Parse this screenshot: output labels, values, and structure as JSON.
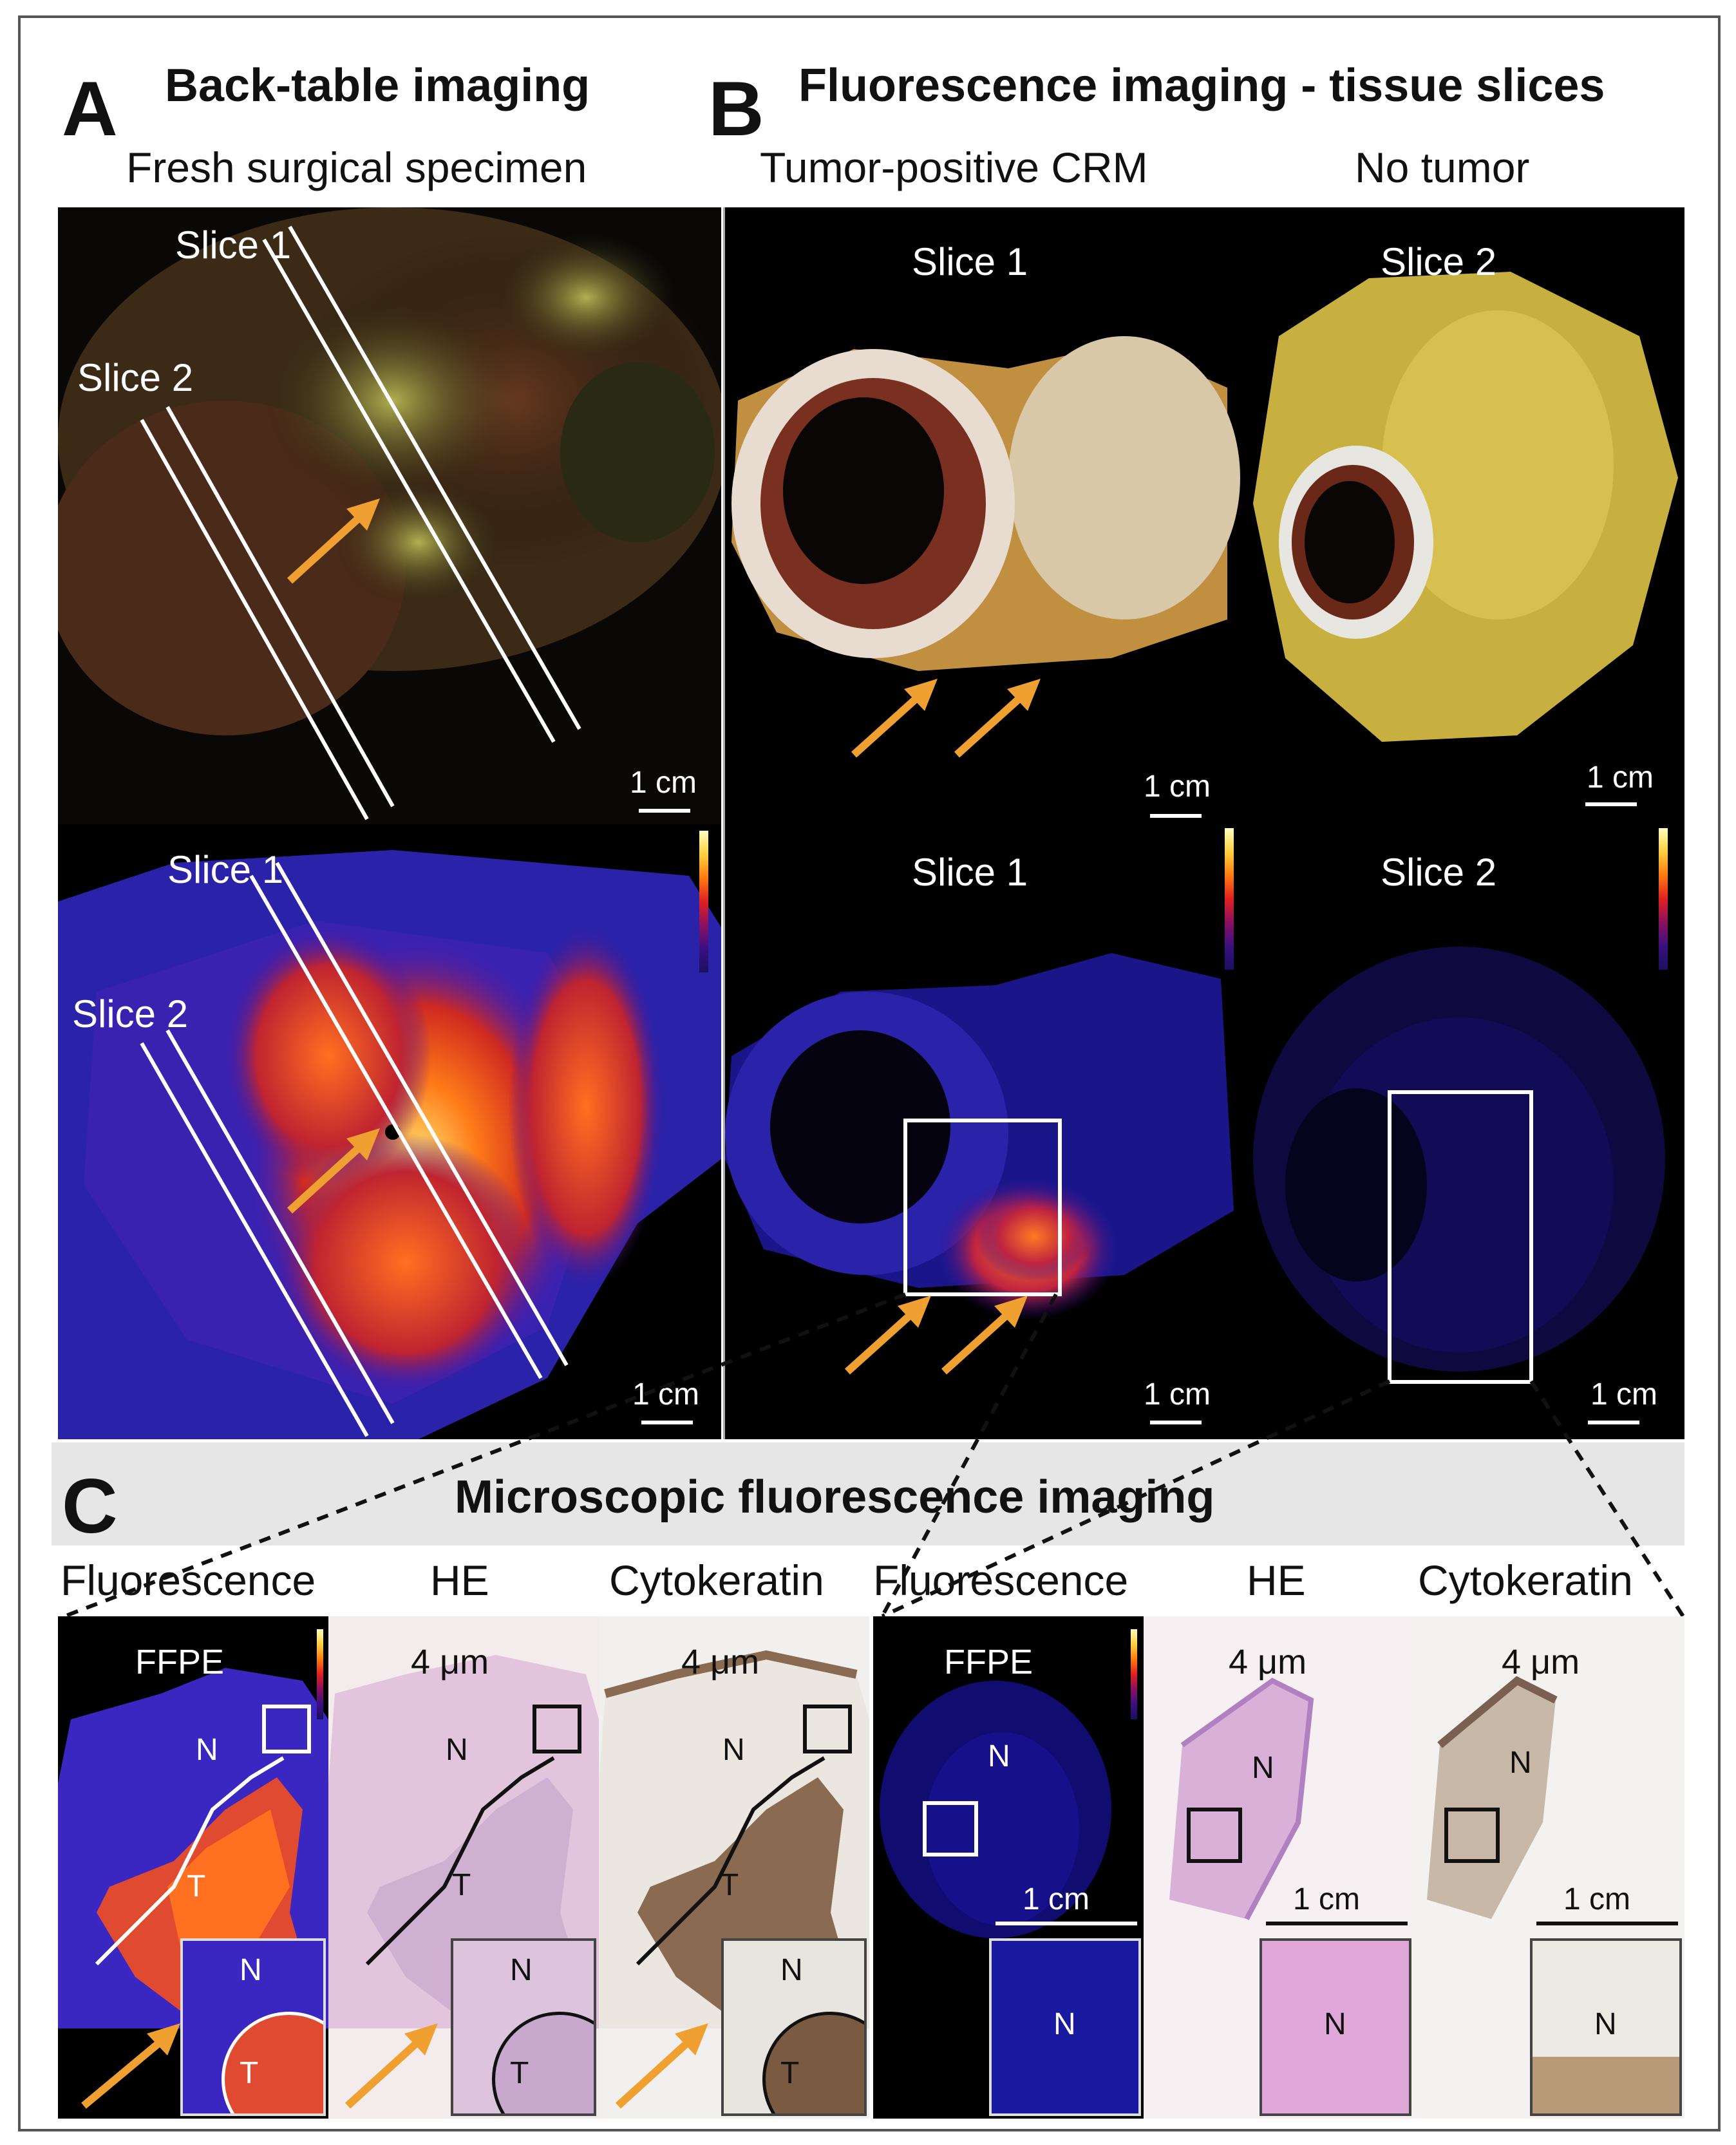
{
  "panels": {
    "a": {
      "letter": "A",
      "title": "Back-table imaging",
      "subtitle": "Fresh surgical specimen",
      "top_labels": [
        "Slice 1",
        "Slice 2"
      ],
      "bottom_labels": [
        "Slice 1",
        "Slice 2"
      ],
      "scale": "1 cm"
    },
    "b": {
      "letter": "B",
      "title": "Fluorescence imaging - tissue slices",
      "col1_header": "Tumor-positive CRM",
      "col2_header": "No tumor",
      "col1_label": "Slice 1",
      "col2_label": "Slice 2",
      "scale": "1 cm"
    },
    "c": {
      "letter": "C",
      "title": "Microscopic fluorescence imaging",
      "headers": [
        "Fluorescence",
        "HE",
        "Cytokeratin",
        "Fluorescence",
        "HE",
        "Cytokeratin"
      ],
      "tile_labels": [
        "FFPE",
        "4 μm",
        "4 μm",
        "FFPE",
        "4 μm",
        "4 μm"
      ],
      "region_n": "N",
      "region_t": "T",
      "scale": "1 cm"
    }
  },
  "colors": {
    "arrow": "#f0a030",
    "heat_low": "#2a1ab0",
    "heat_high": "#ff6a20"
  }
}
